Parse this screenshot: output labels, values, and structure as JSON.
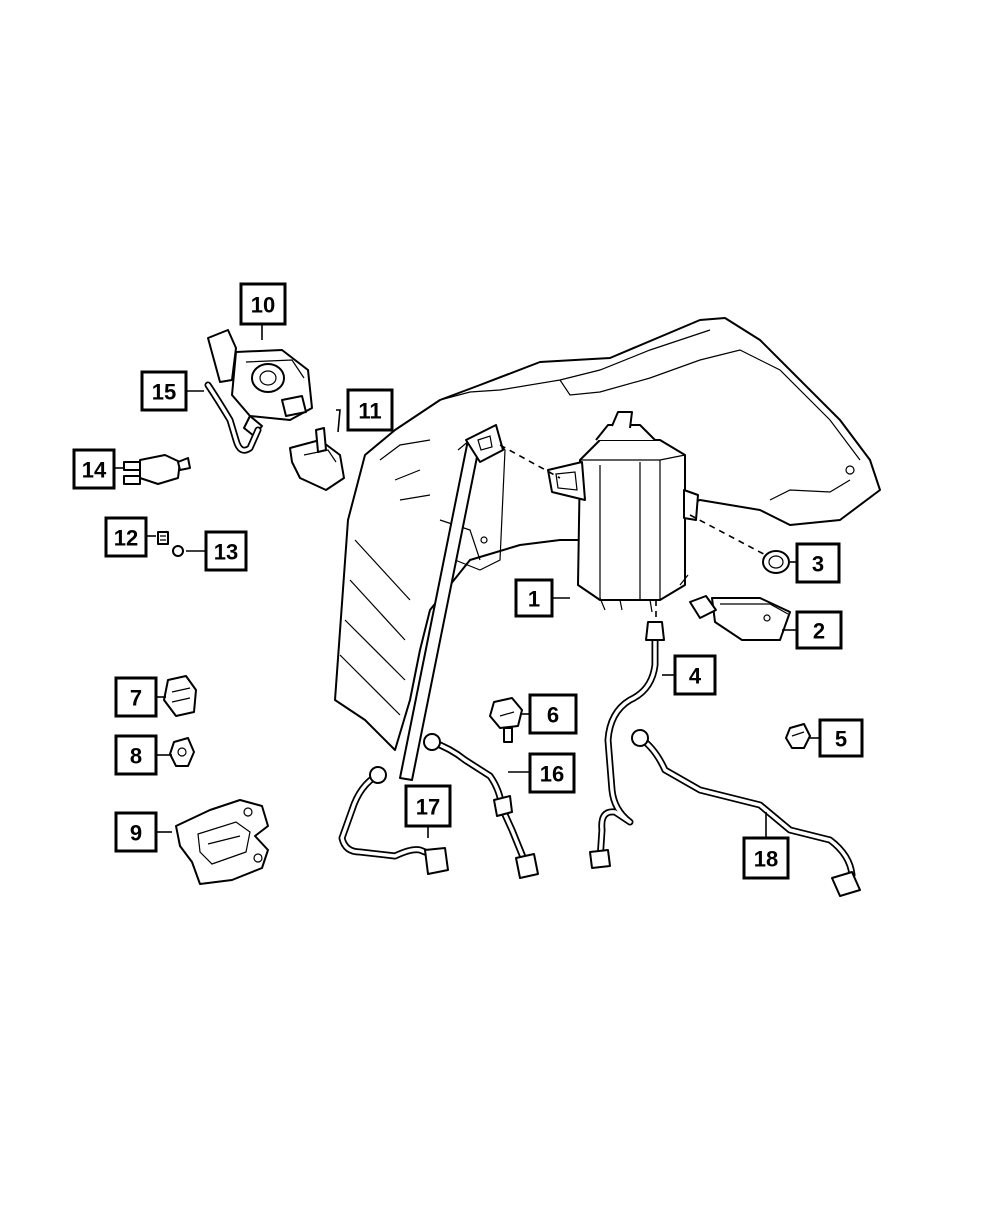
{
  "diagram": {
    "callouts": [
      {
        "id": "callout-1",
        "label": "1"
      },
      {
        "id": "callout-2",
        "label": "2"
      },
      {
        "id": "callout-3",
        "label": "3"
      },
      {
        "id": "callout-4",
        "label": "4"
      },
      {
        "id": "callout-5",
        "label": "5"
      },
      {
        "id": "callout-6",
        "label": "6"
      },
      {
        "id": "callout-7",
        "label": "7"
      },
      {
        "id": "callout-8",
        "label": "8"
      },
      {
        "id": "callout-9",
        "label": "9"
      },
      {
        "id": "callout-10",
        "label": "10"
      },
      {
        "id": "callout-11",
        "label": "11"
      },
      {
        "id": "callout-12",
        "label": "12"
      },
      {
        "id": "callout-13",
        "label": "13"
      },
      {
        "id": "callout-14",
        "label": "14"
      },
      {
        "id": "callout-15",
        "label": "15"
      },
      {
        "id": "callout-16",
        "label": "16"
      },
      {
        "id": "callout-17",
        "label": "17"
      },
      {
        "id": "callout-18",
        "label": "18"
      }
    ],
    "colors": {
      "line": "#000000",
      "background": "#ffffff"
    }
  }
}
